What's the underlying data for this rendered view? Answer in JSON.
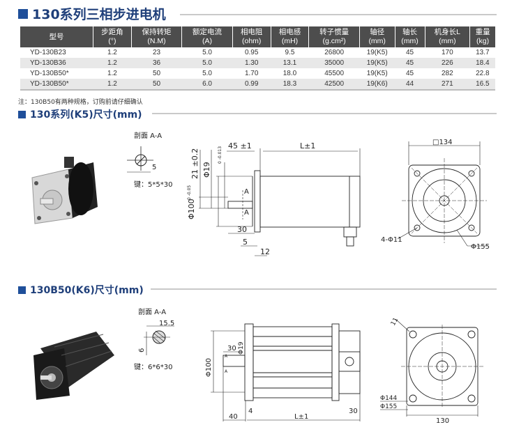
{
  "section1": {
    "title": "130系列三相步进电机"
  },
  "table": {
    "headers": [
      {
        "l1": "型号",
        "l2": ""
      },
      {
        "l1": "步距角",
        "l2": "(°)"
      },
      {
        "l1": "保持转矩",
        "l2": "(N.M)"
      },
      {
        "l1": "额定电流",
        "l2": "(A)"
      },
      {
        "l1": "相电阻",
        "l2": "(ohm)"
      },
      {
        "l1": "相电感",
        "l2": "(mH)"
      },
      {
        "l1": "转子惯量",
        "l2": "(g.cm²)"
      },
      {
        "l1": "轴径",
        "l2": "(mm)"
      },
      {
        "l1": "轴长",
        "l2": "(mm)"
      },
      {
        "l1": "机身长L",
        "l2": "(mm)"
      },
      {
        "l1": "重量",
        "l2": "(kg)"
      }
    ],
    "rows": [
      [
        "YD-130B23",
        "1.2",
        "23",
        "5.0",
        "0.95",
        "9.5",
        "26800",
        "19(K5)",
        "45",
        "170",
        "13.7"
      ],
      [
        "YD-130B36",
        "1.2",
        "36",
        "5.0",
        "1.30",
        "13.1",
        "35000",
        "19(K5)",
        "45",
        "226",
        "18.4"
      ],
      [
        "YD-130B50*",
        "1.2",
        "50",
        "5.0",
        "1.70",
        "18.0",
        "45500",
        "19(K5)",
        "45",
        "282",
        "22.8"
      ],
      [
        "YD-130B50*",
        "1.2",
        "50",
        "6.0",
        "0.99",
        "18.3",
        "42500",
        "19(K6)",
        "44",
        "271",
        "16.5"
      ]
    ]
  },
  "note": "注：130B50有两种规格，订购前请仔细确认",
  "section2": {
    "title": "130系列(K5)尺寸(mm)",
    "section_label": "剖面 A-A",
    "key_width": "5",
    "key_label": "键：5*5*30",
    "dims": {
      "d45": "45 ±1",
      "L": "L±1",
      "d21": "21 ±0.2",
      "d19": "Φ19",
      "tol19": "0 -0.013",
      "d100": "Φ100",
      "tol100": "0 -0.05",
      "A": "A",
      "d30": "30",
      "d5": "5",
      "d12": "12",
      "sq134": "□134",
      "holes": "4-Φ11",
      "pcd": "Φ155"
    }
  },
  "section3": {
    "title": "130B50(K6)尺寸(mm)",
    "section_label": "剖面 A-A",
    "d15": "15.5",
    "d6": "6",
    "key_label": "键：6*6*30",
    "dims": {
      "d30": "30",
      "d19": "Φ19",
      "d100": "Φ100",
      "A": "A",
      "d40": "40",
      "d4": "4",
      "L": "L±1",
      "d30b": "30",
      "d11": "11",
      "d144": "Φ144",
      "d155": "Φ155",
      "d130": "130"
    }
  }
}
